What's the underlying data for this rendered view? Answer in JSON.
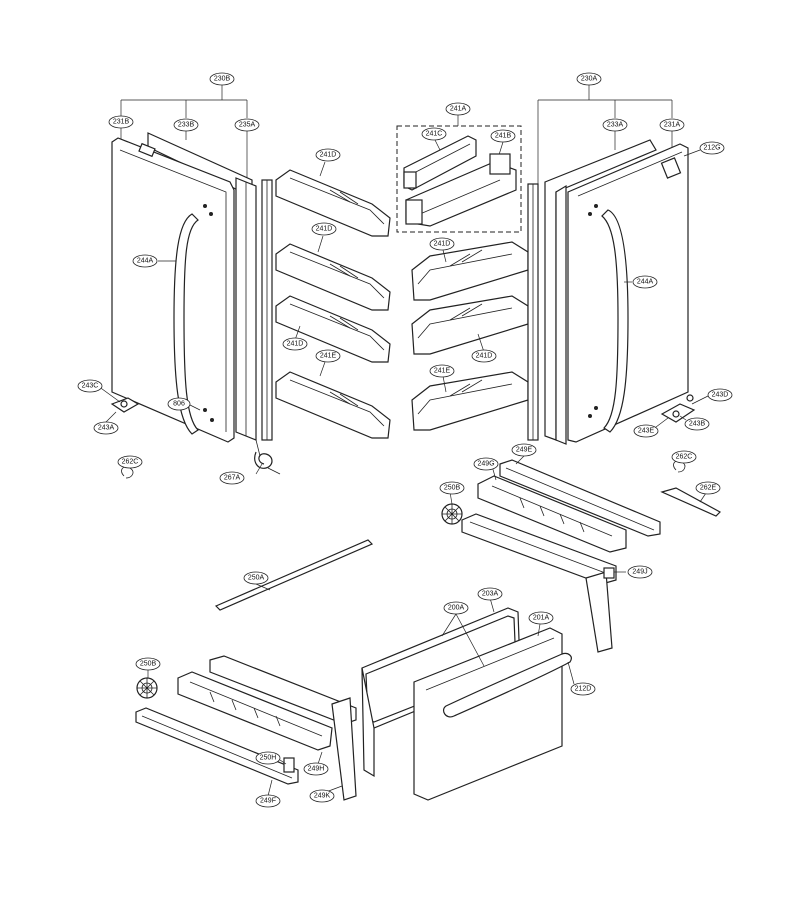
{
  "callouts": {
    "c230B": "230B",
    "c231B": "231B",
    "c233B": "233B",
    "c235A": "235A",
    "c241A": "241A",
    "c241C": "241C",
    "c241B": "241B",
    "c230A": "230A",
    "c233A": "233A",
    "c231A": "231A",
    "c212G": "212G",
    "c241D_1": "241D",
    "c241D_2": "241D",
    "c241D_3": "241D",
    "c241D_4": "241D",
    "c241D_5": "241D",
    "c241E_1": "241E",
    "c241E_2": "241E",
    "c244A_L": "244A",
    "c244A_R": "244A",
    "c243C": "243C",
    "c243A": "243A",
    "c806": "806",
    "c262C_L": "262C",
    "c267A": "267A",
    "c243D": "243D",
    "c243E": "243E",
    "c243B": "243B",
    "c262C_R": "262C",
    "c262E": "262E",
    "c249E": "249E",
    "c249G": "249G",
    "c250B_1": "250B",
    "c249J": "249J",
    "c250A": "250A",
    "c200A": "200A",
    "c203A": "203A",
    "c201A": "201A",
    "c212D": "212D",
    "c250B_2": "250B",
    "c250H": "250H",
    "c249H": "249H",
    "c249F": "249F",
    "c249K": "249K"
  }
}
